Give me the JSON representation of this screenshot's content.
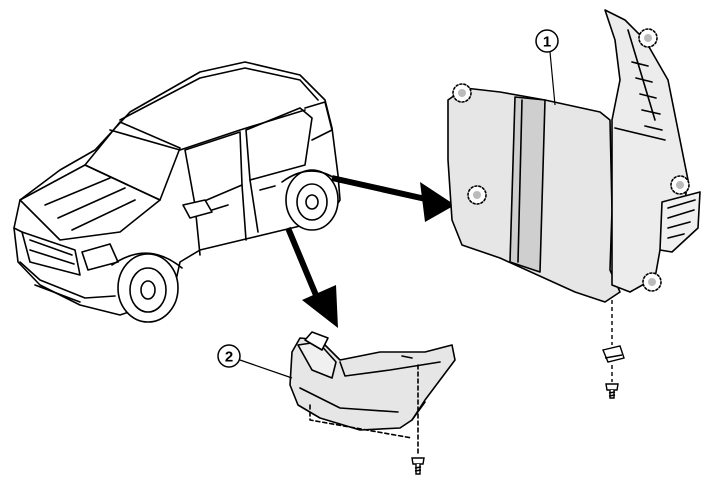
{
  "callouts": [
    {
      "id": "callout-1",
      "label": "1"
    },
    {
      "id": "callout-2",
      "label": "2"
    }
  ],
  "colors": {
    "line": "#000000",
    "part_fill": "#e6e6e6",
    "part_fill_dark": "#cfcfcf",
    "arrow": "#000000",
    "background": "#ffffff"
  }
}
